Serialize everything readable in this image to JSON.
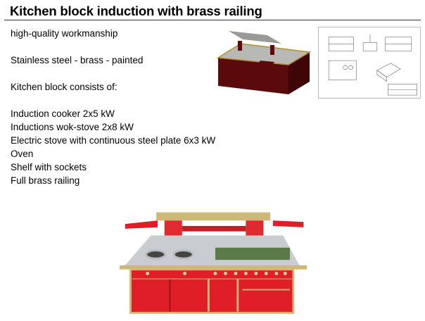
{
  "title": "Kitchen block induction with brass railing",
  "lines": {
    "l0": "high-quality workmanship",
    "l1": "Stainless steel - brass - painted",
    "l2": "Kitchen block consists of:",
    "items": [
      "Induction cooker 2x5 kW",
      "Inductions wok-stove 2x8 kW",
      "Electric stove with continuous steel plate 6x3 kW",
      "Oven",
      "Shelf with sockets",
      "Full brass railing"
    ]
  },
  "colors": {
    "red": "#d8262c",
    "brass": "#c8b070",
    "steel": "#cfd2d6",
    "dark_red": "#5a0a0a"
  }
}
